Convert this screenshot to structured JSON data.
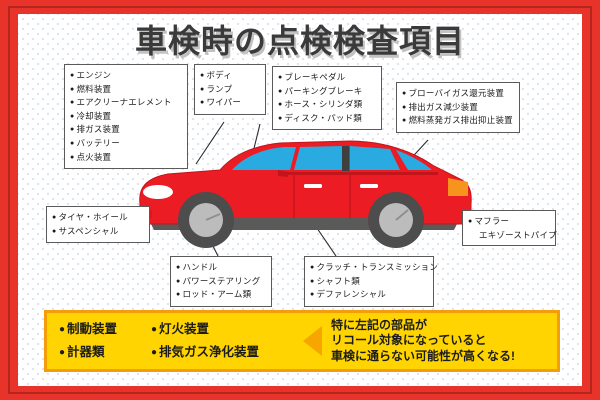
{
  "header": {
    "title": "車検時の点検検査項目"
  },
  "colors": {
    "frame": "#e8332a",
    "background": "#ffffff",
    "dots": "#d9e2ef",
    "box_border": "#5a5a5a",
    "bar_fill": "#ffd400",
    "bar_border": "#f59c0b",
    "arrow": "#f7a600",
    "car_body": "#ec1c24",
    "car_glass": "#29abe2",
    "wheel": "#bcbcbc",
    "tire": "#4d4d4d",
    "tail_lamp": "#f7941e"
  },
  "callouts": [
    {
      "id": "engine",
      "name": "engine-callout",
      "items": [
        {
          "text": "エンジン",
          "bullet": true
        },
        {
          "text": "燃料装置",
          "bullet": true
        },
        {
          "text": "エアクリーナエレメント",
          "bullet": true
        },
        {
          "text": "冷却装置",
          "bullet": true
        },
        {
          "text": "排ガス装置",
          "bullet": true
        },
        {
          "text": "バッテリー",
          "bullet": true
        },
        {
          "text": "点火装置",
          "bullet": true
        }
      ]
    },
    {
      "id": "body",
      "name": "body-callout",
      "items": [
        {
          "text": "ボディ",
          "bullet": true
        },
        {
          "text": "ランプ",
          "bullet": true
        },
        {
          "text": "ワイパー",
          "bullet": true
        }
      ]
    },
    {
      "id": "brake",
      "name": "brake-callout",
      "items": [
        {
          "text": "ブレーキペダル",
          "bullet": true
        },
        {
          "text": "パーキングブレーキ",
          "bullet": true
        },
        {
          "text": "ホース・シリンダ類",
          "bullet": true
        },
        {
          "text": "ディスク・パッド類",
          "bullet": true
        }
      ]
    },
    {
      "id": "gas",
      "name": "emission-callout",
      "items": [
        {
          "text": "ブローバイガス還元装置",
          "bullet": true
        },
        {
          "text": "排出ガス減少装置",
          "bullet": true
        },
        {
          "text": "燃料蒸発ガス排出抑止装置",
          "bullet": true
        }
      ]
    },
    {
      "id": "tire",
      "name": "tire-callout",
      "items": [
        {
          "text": "タイヤ・ホイール",
          "bullet": true
        },
        {
          "text": "サスペンシャル",
          "bullet": true
        }
      ]
    },
    {
      "id": "muffler",
      "name": "muffler-callout",
      "items": [
        {
          "text": "マフラー",
          "bullet": true
        },
        {
          "text": "エキゾーストパイプ",
          "bullet": false
        }
      ]
    },
    {
      "id": "handle",
      "name": "steering-callout",
      "items": [
        {
          "text": "ハンドル",
          "bullet": true
        },
        {
          "text": "パワーステアリング",
          "bullet": true
        },
        {
          "text": "ロッド・アーム類",
          "bullet": true
        }
      ]
    },
    {
      "id": "clutch",
      "name": "drivetrain-callout",
      "items": [
        {
          "text": "クラッチ・トランスミッション",
          "bullet": true
        },
        {
          "text": "シャフト類",
          "bullet": true
        },
        {
          "text": "デファレンシャル",
          "bullet": true
        }
      ]
    }
  ],
  "bottom_bar": {
    "column_a": [
      "制動装置",
      "計器類"
    ],
    "column_b": [
      "灯火装置",
      "排気ガス浄化装置"
    ],
    "arrow": "left-triangle",
    "note_lines": [
      "特に左記の部品が",
      "リコール対象になっていると",
      "車検に通らない可能性が高くなる!"
    ]
  }
}
